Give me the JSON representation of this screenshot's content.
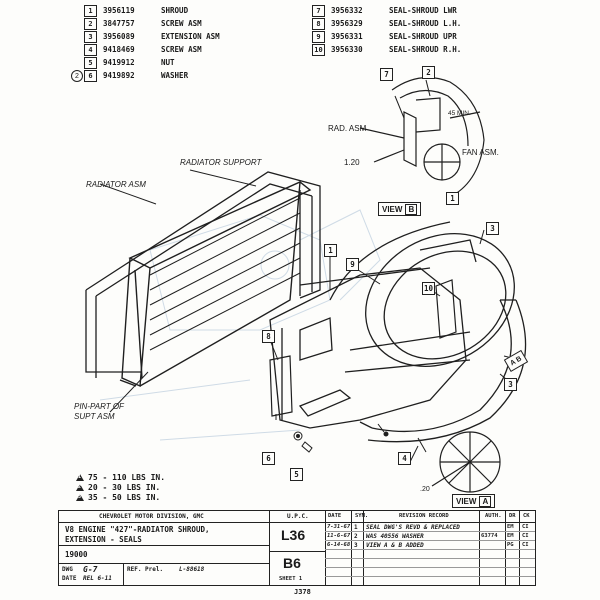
{
  "parts_left": [
    {
      "num": "1",
      "pn": "3956119",
      "desc": "SHROUD"
    },
    {
      "num": "2",
      "pn": "3847757",
      "desc": "SCREW ASM"
    },
    {
      "num": "3",
      "pn": "3956089",
      "desc": "EXTENSION ASM"
    },
    {
      "num": "4",
      "pn": "9418469",
      "desc": "SCREW ASM"
    },
    {
      "num": "5",
      "pn": "9419912",
      "desc": "NUT"
    },
    {
      "num": "6",
      "pn": "9419892",
      "desc": "WASHER",
      "circle": "2"
    }
  ],
  "parts_right": [
    {
      "num": "7",
      "pn": "3956332",
      "desc": "SEAL-SHROUD LWR"
    },
    {
      "num": "8",
      "pn": "3956329",
      "desc": "SEAL-SHROUD L.H."
    },
    {
      "num": "9",
      "pn": "3956331",
      "desc": "SEAL-SHROUD UPR"
    },
    {
      "num": "10",
      "pn": "3956330",
      "desc": "SEAL-SHROUD R.H."
    }
  ],
  "labels": {
    "radiator_support": "RADIATOR SUPPORT",
    "radiator_asm": "RADIATOR ASM",
    "pin_line1": "PIN-PART OF",
    "pin_line2": "SUPT ASM",
    "rad_asm": "RAD. ASM",
    "fan_asm": "FAN ASM.",
    "min_45": "45 MIN.",
    "dim_120": "1.20",
    "dim_20": ".20",
    "view_b": "VIEW",
    "view_b_letter": "B",
    "view_a": "VIEW",
    "view_a_letter": "A",
    "ab_tag": "A B"
  },
  "torque": [
    {
      "mark": "1",
      "value": "75 - 110 LBS IN."
    },
    {
      "mark": "2",
      "value": "20 - 30 LBS IN."
    },
    {
      "mark": "3",
      "value": "35 - 50 LBS IN."
    }
  ],
  "title_block": {
    "division": "CHEVROLET MOTOR DIVISION, GMC",
    "title_line1": "V8 ENGINE \"427\"-RADIATOR SHROUD,",
    "title_line2": "EXTENSION - SEALS",
    "number": "19000",
    "dwg_label": "DWG",
    "dwg_value": "G-7",
    "date_label": "DATE",
    "date_value": "REL 6-11",
    "ref_label": "REF. Prel.",
    "ref_value": "L-88618",
    "upc_label": "U.P.C.",
    "upc_top": "L36",
    "upc_bottom": "B6",
    "sheet": "SHEET 1",
    "rev_headers": [
      "DATE",
      "SYM.",
      "REVISION RECORD",
      "AUTH.",
      "DR",
      "CK"
    ],
    "revisions": [
      {
        "date": "7-31-67",
        "sym": "1",
        "text": "SEAL DWG'S REVD & REPLACED",
        "auth": "",
        "dr": "EM",
        "ck": "CI"
      },
      {
        "date": "11-6-67",
        "sym": "2",
        "text": "WAS 40556 WASHER",
        "auth": "63774",
        "dr": "EM",
        "ck": "CI"
      },
      {
        "date": "6-14-68",
        "sym": "3",
        "text": "VIEW A & B ADDED",
        "auth": "",
        "dr": "PG",
        "ck": "CI"
      }
    ]
  },
  "page_number": "J378"
}
